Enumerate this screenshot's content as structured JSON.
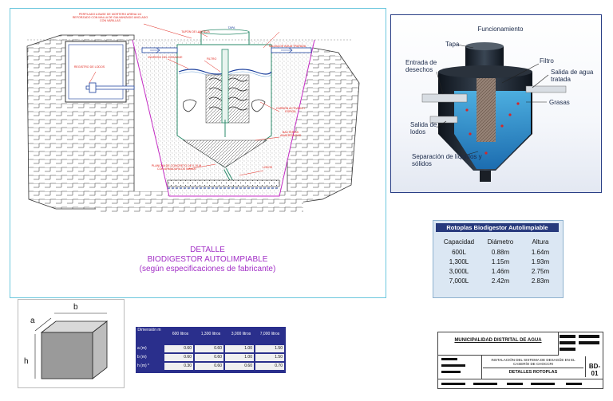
{
  "detail": {
    "line1": "DETALLE",
    "line2": "BIODIGESTOR AUTOLIMPIABLE",
    "line3": "(según especificaciones de fabricante)"
  },
  "cad_labels": {
    "top_note": "PERFILADO A BASE DE MORTERO ARENA 1/4 REFORZADO CON MALLA DE GALVANIZADO ANCLADO CON VARILLAS",
    "tapa": "TAPA",
    "tapon": "TAPÓN DE LIMPIEZA",
    "salida_agua": "SALIDA DE AGUA TRATADA",
    "ingreso": "INGRESO DEL DESAGÜE",
    "filtro": "FILTRO",
    "registro": "REGISTRO DE LODOS",
    "carbon": "CARBÓN ACTIVADO / ESPIGA",
    "bacterias": "BACTERIAS ANAERÓBICAS",
    "plancha": "PLANCHA DE CONCRETO DE 0.10 M CON ARMADURA DE MALLA",
    "lodos": "LODOS"
  },
  "funcionamiento": {
    "title": "Funcionamiento",
    "tapa": "Tapa",
    "entrada": "Entrada de desechos",
    "filtro": "Filtro",
    "salida_agua": "Salida de agua tratada",
    "grasas": "Grasas",
    "salida_lodos": "Salida de lodos",
    "separacion": "Separación de líquidos y sólidos"
  },
  "rotoplas_table": {
    "title": "Rotoplas Biodigestor Autolimpiable",
    "headers": [
      "Capacidad",
      "Diámetro",
      "Altura"
    ],
    "rows": [
      [
        "600L",
        "0.88m",
        "1.64m"
      ],
      [
        "1,300L",
        "1.15m",
        "1.93m"
      ],
      [
        "3,000L",
        "1.46m",
        "2.75m"
      ],
      [
        "7,000L",
        "2.42m",
        "2.83m"
      ]
    ]
  },
  "box_dims": {
    "a": "a",
    "b": "b",
    "h": "h"
  },
  "small_table": {
    "header_first": "Dimensión m",
    "headers": [
      "600 litros",
      "1,300 litros",
      "3,000 litros",
      "7,000 litros"
    ],
    "rows": [
      {
        "label": "a (m)",
        "values": [
          "0.60",
          "0.60",
          "1.00",
          "1.50"
        ]
      },
      {
        "label": "b (m)",
        "values": [
          "0.60",
          "0.60",
          "1.00",
          "1.50"
        ]
      },
      {
        "label": "h (m) *",
        "values": [
          "0.30",
          "0.60",
          "0.60",
          "0.70"
        ]
      }
    ]
  },
  "title_block": {
    "org": "MUNICIPALIDAD DISTRITAL DE AGUA",
    "project": "INSTALACIÓN DEL SISTEMA DE DESAGÜE EN EL CASERÍO DE CHOCCRI",
    "sheet": "DETALLES ROTOPLAS",
    "code": "BD-01"
  },
  "colors": {
    "cad_red": "#e0241b",
    "magenta": "#c42cc4",
    "detail_purple": "#a22fc6",
    "navy": "#273a7d",
    "frame_cyan": "#6ec8de"
  }
}
